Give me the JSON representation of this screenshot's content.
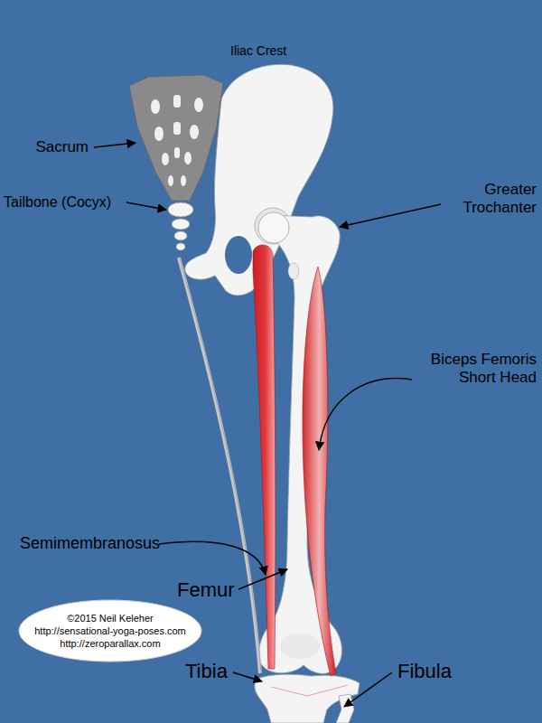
{
  "diagram": {
    "nodes": [
      {
        "text": [
          "©2015 Neil Keleher",
          "http://sensational-yoga-poses.com",
          "http://zeroparallax.com"
        ]
      }
    ],
    "labels": [
      "Iliac Crest",
      "Sacrum",
      "Tailbone (Cocyx)",
      "Greater Trochanter",
      "Biceps Femoris Short Head",
      "Semimembranosus",
      "Femur",
      "Tibia",
      "Fibula"
    ]
  }
}
